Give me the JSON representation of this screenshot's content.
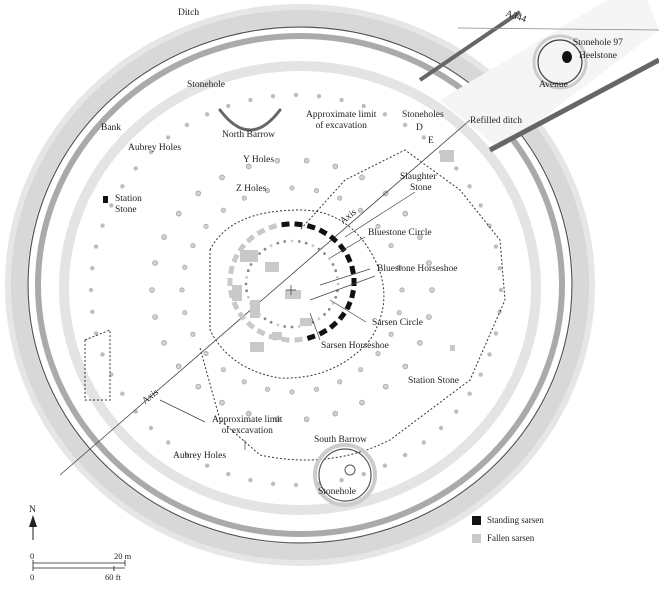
{
  "labels": {
    "ditch": "Ditch",
    "a344": "A344",
    "stonehole_97": "Stonehole 97",
    "heelstone": "Heelstone",
    "stonehole_n": "Stonehole",
    "avenue": "Avenue",
    "bank": "Bank",
    "north_barrow": "North Barrow",
    "approx_limit_1": "Approximate limit",
    "approx_limit_1b": "of excavation",
    "stoneholes": "Stoneholes",
    "d": "D",
    "e": "E",
    "refilled_ditch": "Refilled ditch",
    "aubrey_holes_n": "Aubrey Holes",
    "y_holes": "Y Holes",
    "station_stone_w1": "Station",
    "station_stone_w2": "Stone",
    "slaughter_1": "Slaughter",
    "slaughter_2": "Stone",
    "z_holes": "Z Holes",
    "axis_ne": "Axis",
    "bluestone_circle": "Bluestone Circle",
    "bluestone_horseshoe": "Bluestone Horseshoe",
    "sarsen_circle": "Sarsen Circle",
    "sarsen_horseshoe": "Sarsen Horseshoe",
    "station_stone_se": "Station Stone",
    "axis_sw": "Axis",
    "approx_limit_2": "Approximate limit",
    "approx_limit_2b": "of excavation",
    "south_barrow": "South Barrow",
    "aubrey_holes_s": "Aubrey Holes",
    "stonehole_s": "Stonehole"
  },
  "legend": {
    "standing": "Standing sarsen",
    "fallen": "Fallen sarsen",
    "standing_color": "#111111",
    "fallen_color": "#c9c9c9"
  },
  "north": {
    "label": "N"
  },
  "scale": {
    "zero_m": "0",
    "m_label": "20 m",
    "zero_ft": "0",
    "ft_label": "60 ft"
  }
}
